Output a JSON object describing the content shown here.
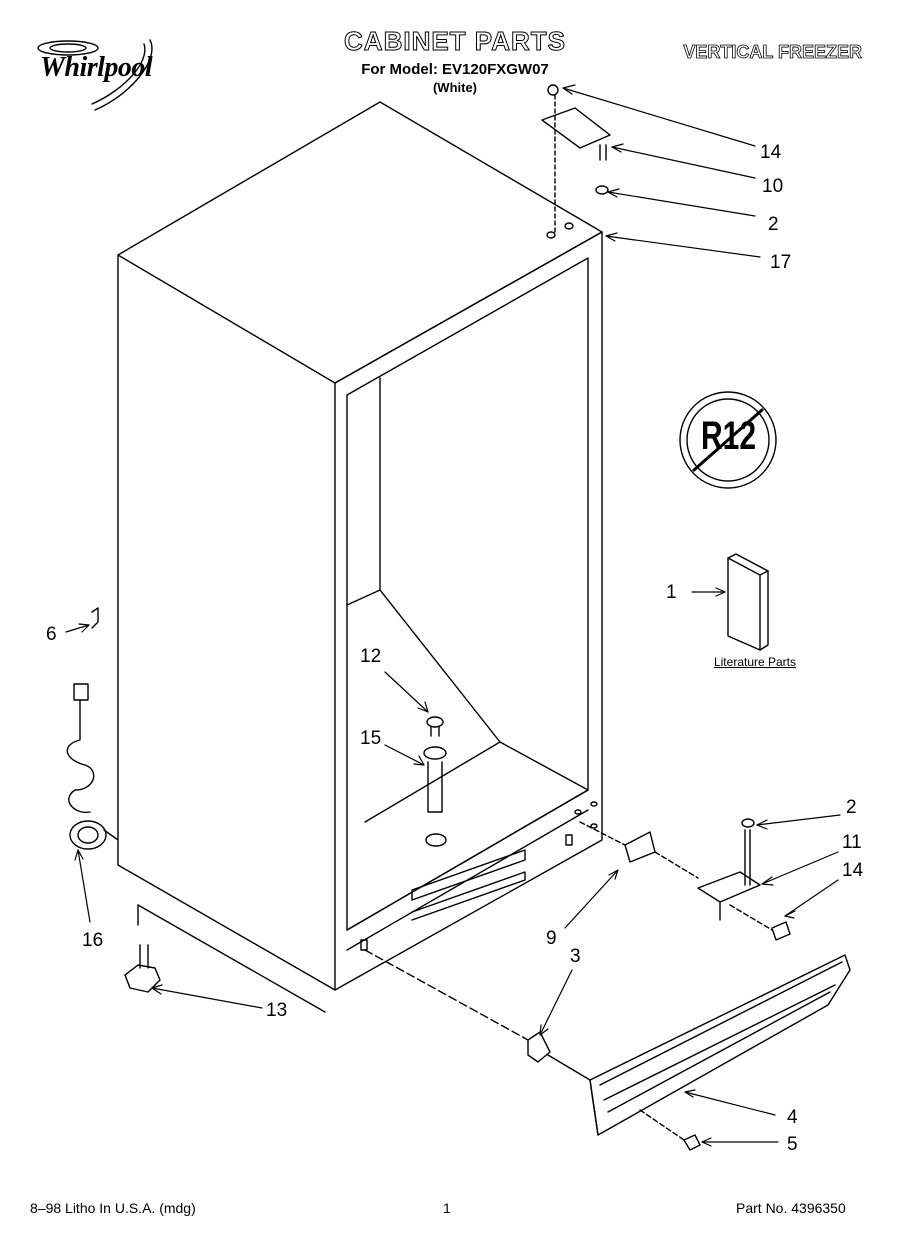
{
  "header": {
    "brand": "Whirlpool",
    "title": "CABINET PARTS",
    "model": "For Model: EV120FXGW07",
    "color": "(White)",
    "category": "VERTICAL FREEZER"
  },
  "badge": {
    "text": "R12"
  },
  "literature": {
    "label": "Literature Parts"
  },
  "callouts": {
    "c14a": "14",
    "c10": "10",
    "c2a": "2",
    "c17": "17",
    "c1": "1",
    "c6": "6",
    "c12": "12",
    "c15": "15",
    "c16": "16",
    "c2b": "2",
    "c11": "11",
    "c14b": "14",
    "c9": "9",
    "c3": "3",
    "c13": "13",
    "c4": "4",
    "c5": "5"
  },
  "footer": {
    "left": "8–98 Litho In U.S.A. (mdg)",
    "page": "1",
    "part_no": "Part No. 4396350"
  }
}
